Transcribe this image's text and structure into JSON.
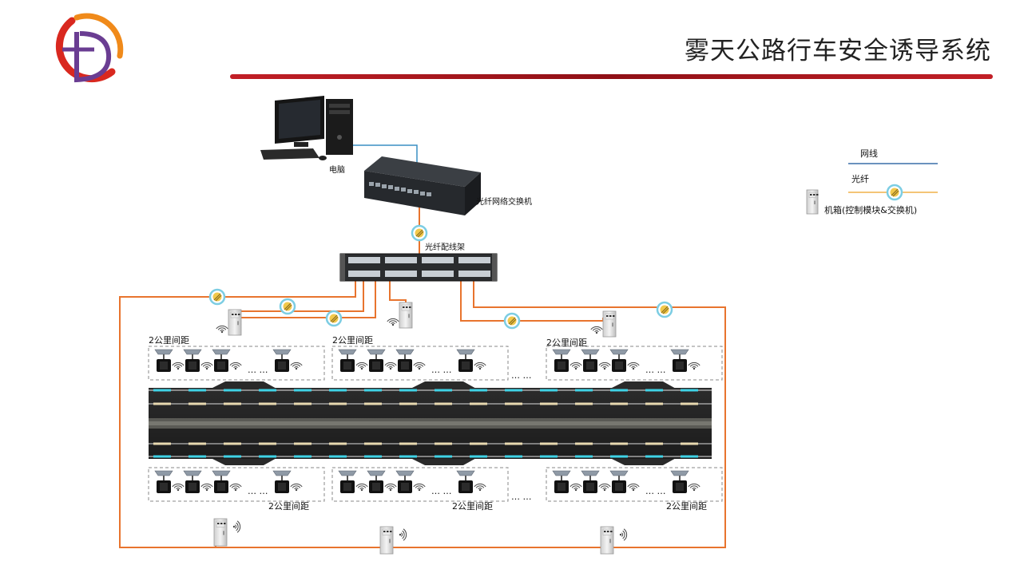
{
  "header": {
    "title": "雾天公路行车安全诱导系统"
  },
  "devices": {
    "computer": "电脑",
    "switch": "光纤网络交换机",
    "patch_panel": "光纤配线架"
  },
  "legend": {
    "network_cable": "网线",
    "fiber": "光纤",
    "cabinet": "机箱(控制模块&交换机)"
  },
  "segments": {
    "spacing_label": "2公里间距",
    "ellipsis": "… …"
  },
  "colors": {
    "fiber": "#e8742e",
    "network_cable": "#3a8fc4",
    "fiber_joint": "#7ccde3",
    "title_bar": "#a8121a",
    "legend_network_line": "#3a6fa8",
    "legend_fiber_line": "#f0b24a"
  },
  "icons": [
    "logo-icon",
    "computer-icon",
    "switch-icon",
    "patch-panel-icon",
    "fiber-joint-icon",
    "cabinet-icon",
    "wifi-icon",
    "solar-guide-lamp-icon"
  ]
}
